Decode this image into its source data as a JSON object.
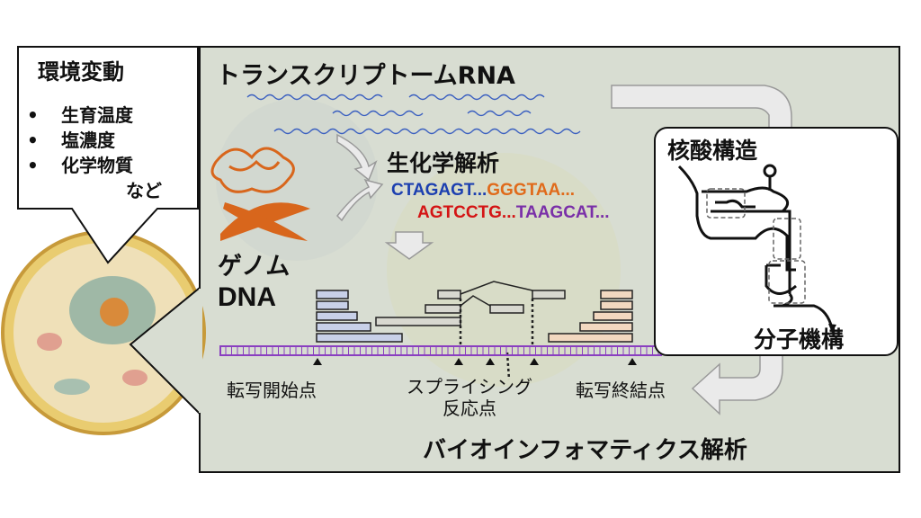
{
  "environment": {
    "title": "環境変動",
    "items": [
      "生育温度",
      "塩濃度",
      "化学物質"
    ],
    "etc": "など"
  },
  "transcriptome": {
    "title": "トランスクリプトームRNA"
  },
  "biochem": {
    "title": "生化学解析",
    "sequences": [
      {
        "text": "CTAGAGT...",
        "color": "#1c3fb0"
      },
      {
        "text": "GGGTAA...",
        "color": "#e06a1a"
      },
      {
        "text": "AGTCCTG...",
        "color": "#d41414"
      },
      {
        "text": "TAAGCAT...",
        "color": "#7a2fa8"
      }
    ]
  },
  "genome": {
    "line1": "ゲノム",
    "line2": "DNA"
  },
  "labels": {
    "tss": "転写開始点",
    "splice1": "スプライシング",
    "splice2": "反応点",
    "tts": "転写終結点"
  },
  "structure": {
    "title": "核酸構造",
    "mechanism": "分子機構"
  },
  "bioinfo": {
    "title": "バイオインフォマティクス解析"
  },
  "colors": {
    "dna": "#8a3fc0",
    "panel": "#d8ddd2"
  }
}
